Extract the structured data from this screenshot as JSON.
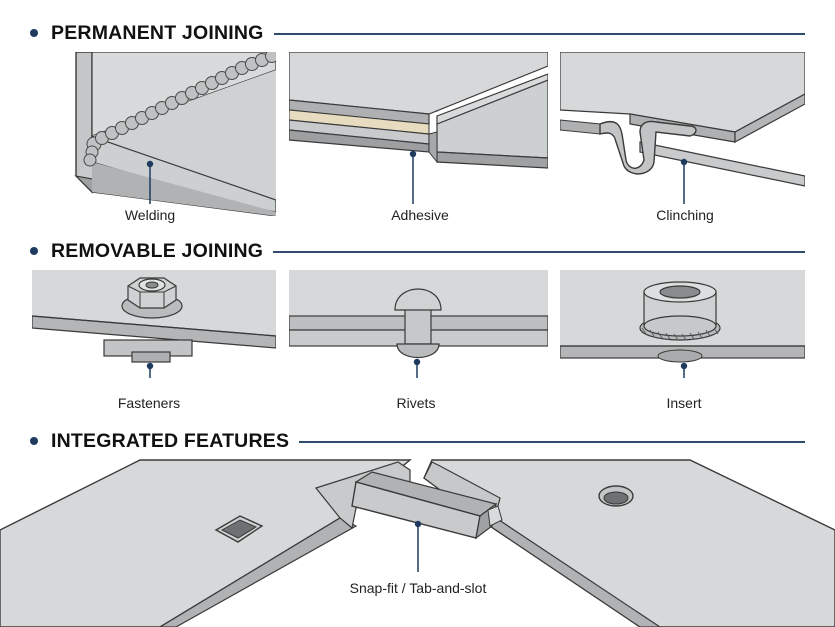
{
  "sections": [
    {
      "title": "PERMANENT JOINING"
    },
    {
      "title": "REMOVABLE JOINING"
    },
    {
      "title": "INTEGRATED FEATURES"
    }
  ],
  "permanent": {
    "welding": "Welding",
    "adhesive": "Adhesive",
    "clinching": "Clinching"
  },
  "removable": {
    "fasteners": "Fasteners",
    "rivets": "Rivets",
    "insert": "Insert"
  },
  "integrated": {
    "snapfit": "Snap-fit / Tab-and-slot"
  },
  "colors": {
    "accent": "#1e3a5f",
    "metal_light": "#d4d6d7",
    "metal_mid": "#b9bbbc",
    "metal_dark": "#8a8c8e",
    "outline": "#3a3a3a",
    "adhesive_layer": "#e8dcc0"
  }
}
